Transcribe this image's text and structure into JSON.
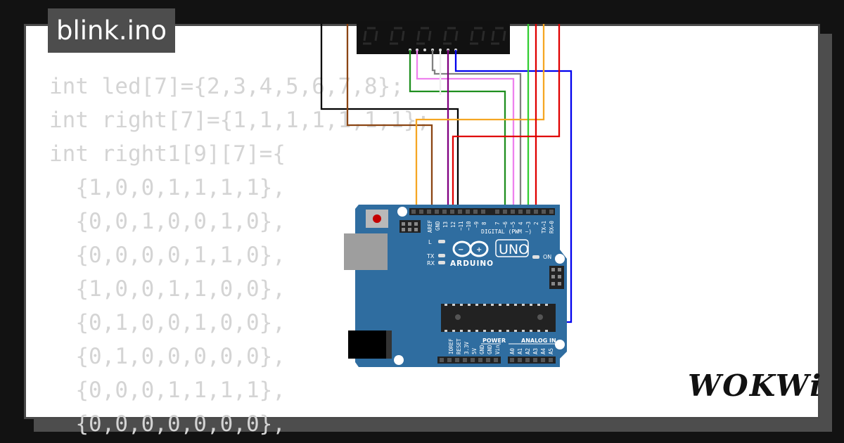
{
  "file": {
    "name": "blink.ino"
  },
  "code_lines": [
    "int led[7]={2,3,4,5,6,7,8};",
    "int right[7]={1,1,1,1,1,1,1};",
    "int right1[9][7]={",
    "  {1,0,0,1,1,1,1},",
    "  {0,0,1,0,0,1,0},",
    "  {0,0,0,0,1,1,0},",
    "  {1,0,0,1,1,0,0},",
    "  {0,1,0,0,1,0,0},",
    "  {0,1,0,0,0,0,0},",
    "  {0,0,0,1,1,1,1},",
    "  {0,0,0,0,0,0,0},"
  ],
  "board": {
    "brand": "ARDUINO",
    "model": "UNO",
    "header_top": "DIGITAL (PWM ~)",
    "tx_rx": [
      "TX→1",
      "RX←0"
    ],
    "leds": [
      "L",
      "TX",
      "RX",
      "ON"
    ],
    "power_label": "POWER",
    "analog_label": "ANALOG IN",
    "digital_pins": [
      "AREF",
      "GND",
      "13",
      "12",
      "~11",
      "~10",
      "~9",
      "8",
      "7",
      "~6",
      "~5",
      "4",
      "~3",
      "2"
    ],
    "power_pins": [
      "IOREF",
      "RESET",
      "3.3V",
      "5V",
      "GND",
      "GND",
      "Vin"
    ],
    "analog_pins": [
      "A0",
      "A1",
      "A2",
      "A3",
      "A4",
      "A5"
    ]
  },
  "brand_logo": "WOKWi",
  "colors": {
    "board": "#2f6da0",
    "wire_black": "#000000",
    "wire_brown": "#8b4513",
    "wire_green": "#1f8f1f",
    "wire_violet": "#ee82ee",
    "wire_gray": "#808080",
    "wire_purple": "#800080",
    "wire_blue": "#0000ee",
    "wire_orange": "#f5a623",
    "wire_lime": "#32cd32",
    "wire_red": "#e00000",
    "display_bg": "#111111"
  }
}
